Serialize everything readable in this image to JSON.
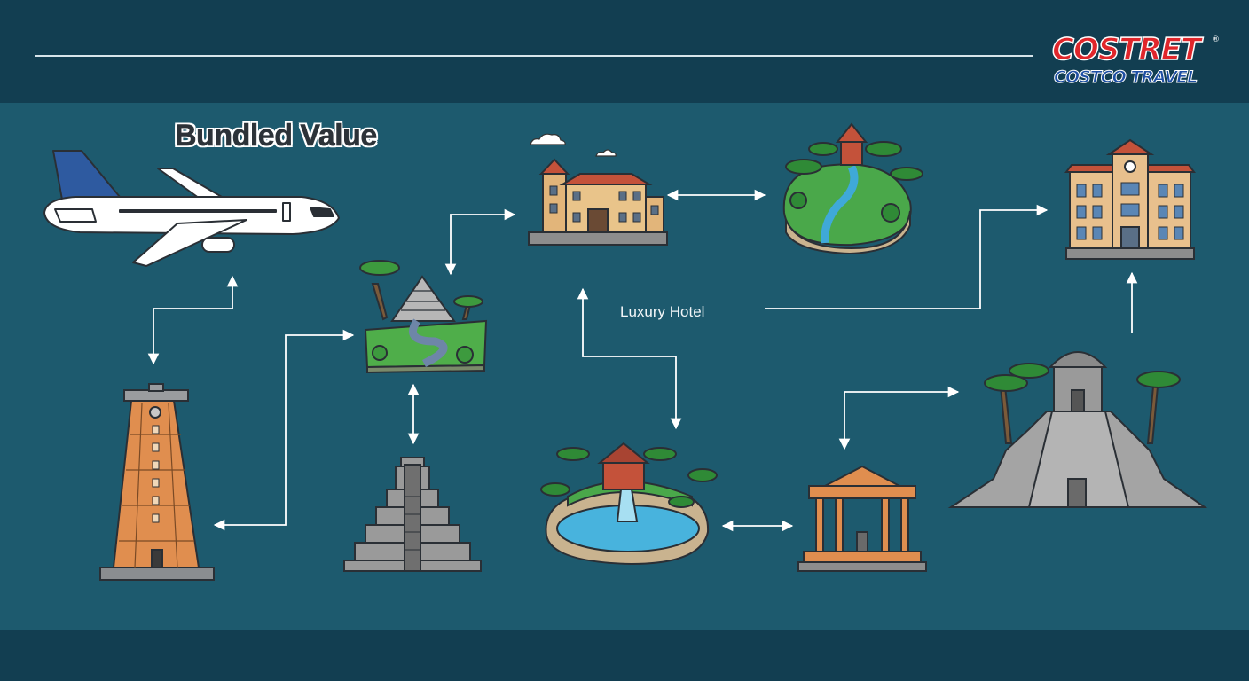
{
  "header": {
    "logo": {
      "line1": "COSTRET",
      "line2": "COSTCO TRAVEL",
      "mark": "®"
    }
  },
  "diagram": {
    "title": "Bundled Value",
    "labels": {
      "luxury_hotel": "Luxury Hotel"
    }
  },
  "icons": [
    "airplane-icon",
    "lighthouse-tower-icon",
    "jungle-pyramid-island-icon",
    "step-pyramid-icon",
    "hacienda-hotel-icon",
    "river-island-icon",
    "waterfall-lagoon-icon",
    "pavilion-icon",
    "city-hotel-icon",
    "temple-pyramid-icon"
  ],
  "colors": {
    "background": "#1d5a6e",
    "band": "#123e51",
    "arrow": "#ffffff",
    "logo_red": "#e0262b",
    "logo_blue": "#1e4fa3"
  }
}
